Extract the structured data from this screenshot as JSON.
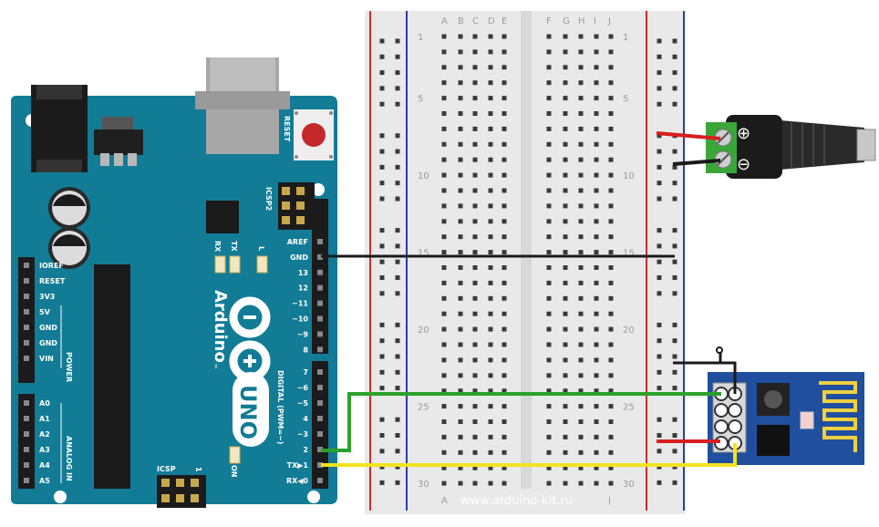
{
  "colors": {
    "board_teal": "#127c96",
    "breadboard": "#e9e9e9",
    "rail_red": "#d42a2a",
    "rail_blue": "#2a3fa6",
    "wire_black": "#1a1a1a",
    "wire_red": "#d81e1e",
    "wire_green": "#2aa22a",
    "wire_yellow": "#f2e320",
    "esp_board": "#1f4f9e",
    "terminal_green": "#3aa63a"
  },
  "arduino": {
    "brand": "Arduino",
    "trademark": "™",
    "model": "UNO",
    "reset_label": "RESET",
    "icsp2_label": "ICSP2",
    "icsp_label": "ICSP",
    "icsp_pin1_mark": "1",
    "tx_label": "TX",
    "rx_label": "RX",
    "l_label": "L",
    "on_label": "ON",
    "digital_label": "DIGITAL (PWM=~)",
    "power_label": "POWER",
    "analog_label": "ANALOG IN",
    "power_pins": [
      "IOREF",
      "RESET",
      "3V3",
      "5V",
      "GND",
      "GND",
      "VIN"
    ],
    "analog_pins": [
      "A0",
      "A1",
      "A2",
      "A3",
      "A4",
      "A5"
    ],
    "header_top_pins": [
      "AREF",
      "GND",
      "13",
      "12",
      "~11",
      "~10",
      "~9",
      "8"
    ],
    "header_bottom_pins": [
      "7",
      "~6",
      "~5",
      "4",
      "~3",
      "2",
      "TX▶1",
      "RX◀0"
    ]
  },
  "breadboard": {
    "column_letters_left": [
      "A",
      "B",
      "C",
      "D",
      "E"
    ],
    "column_letters_right": [
      "F",
      "G",
      "H",
      "I",
      "J"
    ],
    "row_numbers": [
      "1",
      "5",
      "10",
      "15",
      "20",
      "25",
      "30"
    ],
    "bottom_letter_left": "A",
    "bottom_letter_right": "J"
  },
  "power_jack": {
    "plus_symbol": "⊕",
    "minus_symbol": "⊖"
  },
  "watermark": "www.arduino-kit.ru"
}
